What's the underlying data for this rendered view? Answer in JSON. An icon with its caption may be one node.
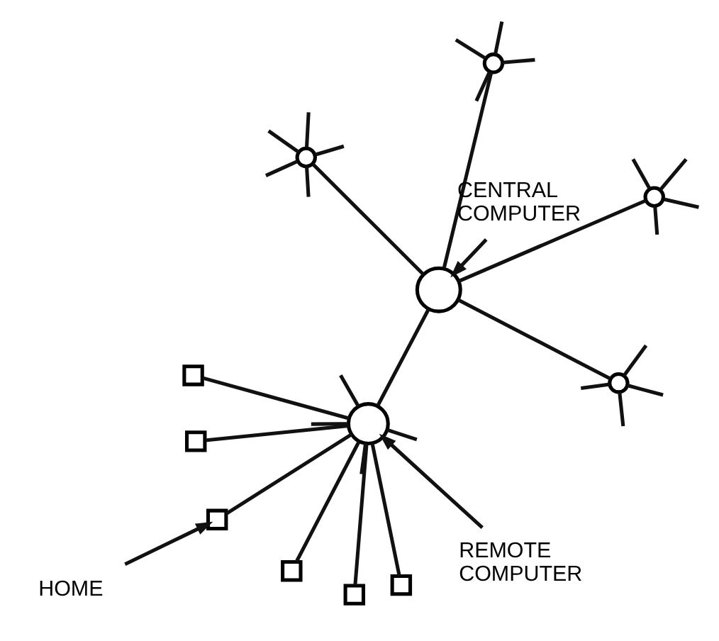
{
  "diagram": {
    "nodes": [
      {
        "text": [],
        "shape": "circle"
      },
      {
        "text": [],
        "shape": "circle"
      },
      {
        "text": [],
        "shape": "circle"
      },
      {
        "text": [],
        "shape": "circle"
      },
      {
        "text": [],
        "shape": "circle"
      },
      {
        "text": [],
        "shape": "circle"
      },
      {
        "text": [],
        "shape": "box"
      },
      {
        "text": [],
        "shape": "box"
      },
      {
        "text": [],
        "shape": "box"
      },
      {
        "text": [],
        "shape": "box"
      },
      {
        "text": [],
        "shape": "box"
      },
      {
        "text": [],
        "shape": "box"
      },
      {
        "text": [
          "REMOTE COMPUTER"
        ]
      },
      {
        "text": [
          "CENTRAL COMPUTER"
        ]
      },
      {
        "text": [
          "HOME"
        ]
      }
    ],
    "edges": [
      {
        "from": 0,
        "to": 1,
        "arrow": "none"
      },
      {
        "from": 0,
        "to": 2,
        "arrow": "none"
      },
      {
        "from": 0,
        "to": 3,
        "arrow": "none"
      },
      {
        "from": 0,
        "to": 4,
        "arrow": "none"
      },
      {
        "from": 0,
        "to": 5,
        "arrow": "none"
      },
      {
        "from": 2,
        "to": 6,
        "arrow": "none"
      },
      {
        "from": 2,
        "to": 7,
        "arrow": "none"
      },
      {
        "from": 2,
        "to": 8,
        "arrow": "none"
      },
      {
        "from": 2,
        "to": 9,
        "arrow": "none"
      },
      {
        "from": 2,
        "to": 10,
        "arrow": "none"
      },
      {
        "from": 2,
        "to": 11,
        "arrow": "none"
      },
      {
        "from": 1,
        "to": null,
        "arrow": "none"
      },
      {
        "from": 1,
        "to": null,
        "arrow": "none"
      },
      {
        "from": 1,
        "to": null,
        "arrow": "none"
      },
      {
        "from": 1,
        "to": null,
        "arrow": "none"
      },
      {
        "from": 2,
        "to": null,
        "arrow": "none"
      },
      {
        "from": 2,
        "to": null,
        "arrow": "none"
      },
      {
        "from": 2,
        "to": null,
        "arrow": "none"
      },
      {
        "from": 2,
        "to": null,
        "arrow": "none"
      },
      {
        "from": 3,
        "to": null,
        "arrow": "none"
      },
      {
        "from": 3,
        "to": null,
        "arrow": "none"
      },
      {
        "from": 3,
        "to": null,
        "arrow": "none"
      },
      {
        "from": 3,
        "to": null,
        "arrow": "none"
      },
      {
        "from": 4,
        "to": null,
        "arrow": "none"
      },
      {
        "from": 4,
        "to": null,
        "arrow": "none"
      },
      {
        "from": 4,
        "to": null,
        "arrow": "none"
      },
      {
        "from": 4,
        "to": null,
        "arrow": "none"
      },
      {
        "from": 5,
        "to": null,
        "arrow": "none"
      },
      {
        "from": 5,
        "to": null,
        "arrow": "none"
      },
      {
        "from": 5,
        "to": null,
        "arrow": "none"
      },
      {
        "from": 5,
        "to": null,
        "arrow": "none"
      },
      {
        "from": 5,
        "to": null,
        "arrow": "none"
      },
      {
        "from": 12,
        "to": 2,
        "arrow": "to"
      },
      {
        "from": 13,
        "to": 0,
        "arrow": "to"
      },
      {
        "from": 14,
        "to": 9,
        "arrow": "to"
      }
    ]
  }
}
